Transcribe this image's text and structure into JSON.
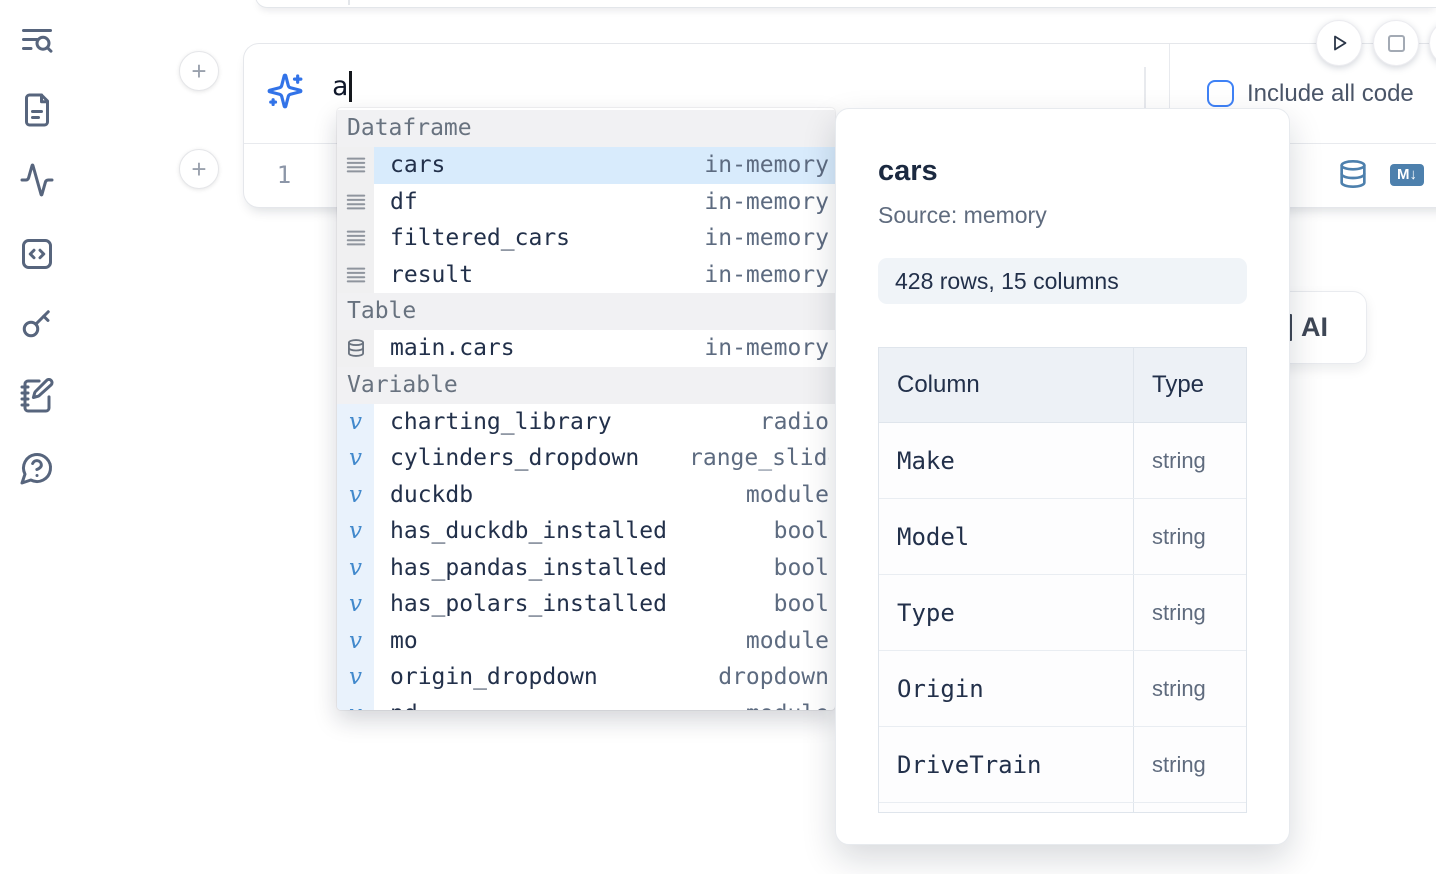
{
  "colors": {
    "accent_blue": "#3273e8",
    "steel_blue": "#4d80ad",
    "selection_blue": "#d8ebfc",
    "icon_slate": "#57657d",
    "checkbox_blue": "#3f82f6"
  },
  "sidebar": {
    "items": [
      {
        "id": "toc-search",
        "icon": "text-search-icon"
      },
      {
        "id": "files",
        "icon": "file-text-icon"
      },
      {
        "id": "tracing",
        "icon": "activity-icon"
      },
      {
        "id": "snippets",
        "icon": "code-square-icon"
      },
      {
        "id": "secrets",
        "icon": "key-icon"
      },
      {
        "id": "scratchpad",
        "icon": "notebook-pen-icon"
      },
      {
        "id": "help",
        "icon": "help-chat-icon"
      }
    ]
  },
  "cell_controls": {
    "add_cell_label": "+"
  },
  "prompt": {
    "value": "a",
    "checkbox_label": "Include all code",
    "checkbox_checked": false
  },
  "editor": {
    "line_number": "1",
    "markdown_badge": "M↓"
  },
  "ai_card": {
    "visible_label": "AI"
  },
  "autocomplete": {
    "variable_icon_glyph": "v",
    "sections": [
      {
        "label": "Dataframe",
        "kind": "dataframe",
        "items": [
          {
            "name": "cars",
            "type": "in-memory",
            "selected": true
          },
          {
            "name": "df",
            "type": "in-memory"
          },
          {
            "name": "filtered_cars",
            "type": "in-memory"
          },
          {
            "name": "result",
            "type": "in-memory"
          }
        ]
      },
      {
        "label": "Table",
        "kind": "table",
        "items": [
          {
            "name": "main.cars",
            "type": "in-memory"
          }
        ]
      },
      {
        "label": "Variable",
        "kind": "variable",
        "items": [
          {
            "name": "charting_library",
            "type": "radio"
          },
          {
            "name": "cylinders_dropdown",
            "type": "range_slider",
            "clipped": true
          },
          {
            "name": "duckdb",
            "type": "module"
          },
          {
            "name": "has_duckdb_installed",
            "type": "bool"
          },
          {
            "name": "has_pandas_installed",
            "type": "bool"
          },
          {
            "name": "has_polars_installed",
            "type": "bool"
          },
          {
            "name": "mo",
            "type": "module"
          },
          {
            "name": "origin_dropdown",
            "type": "dropdown"
          },
          {
            "name": "pd",
            "type": "module"
          }
        ]
      }
    ]
  },
  "preview": {
    "title": "cars",
    "source": "Source: memory",
    "shape_badge": "428 rows, 15 columns",
    "table": {
      "headers": [
        "Column",
        "Type"
      ],
      "rows": [
        [
          "Make",
          "string"
        ],
        [
          "Model",
          "string"
        ],
        [
          "Type",
          "string"
        ],
        [
          "Origin",
          "string"
        ],
        [
          "DriveTrain",
          "string"
        ],
        [
          "",
          ""
        ]
      ]
    }
  }
}
